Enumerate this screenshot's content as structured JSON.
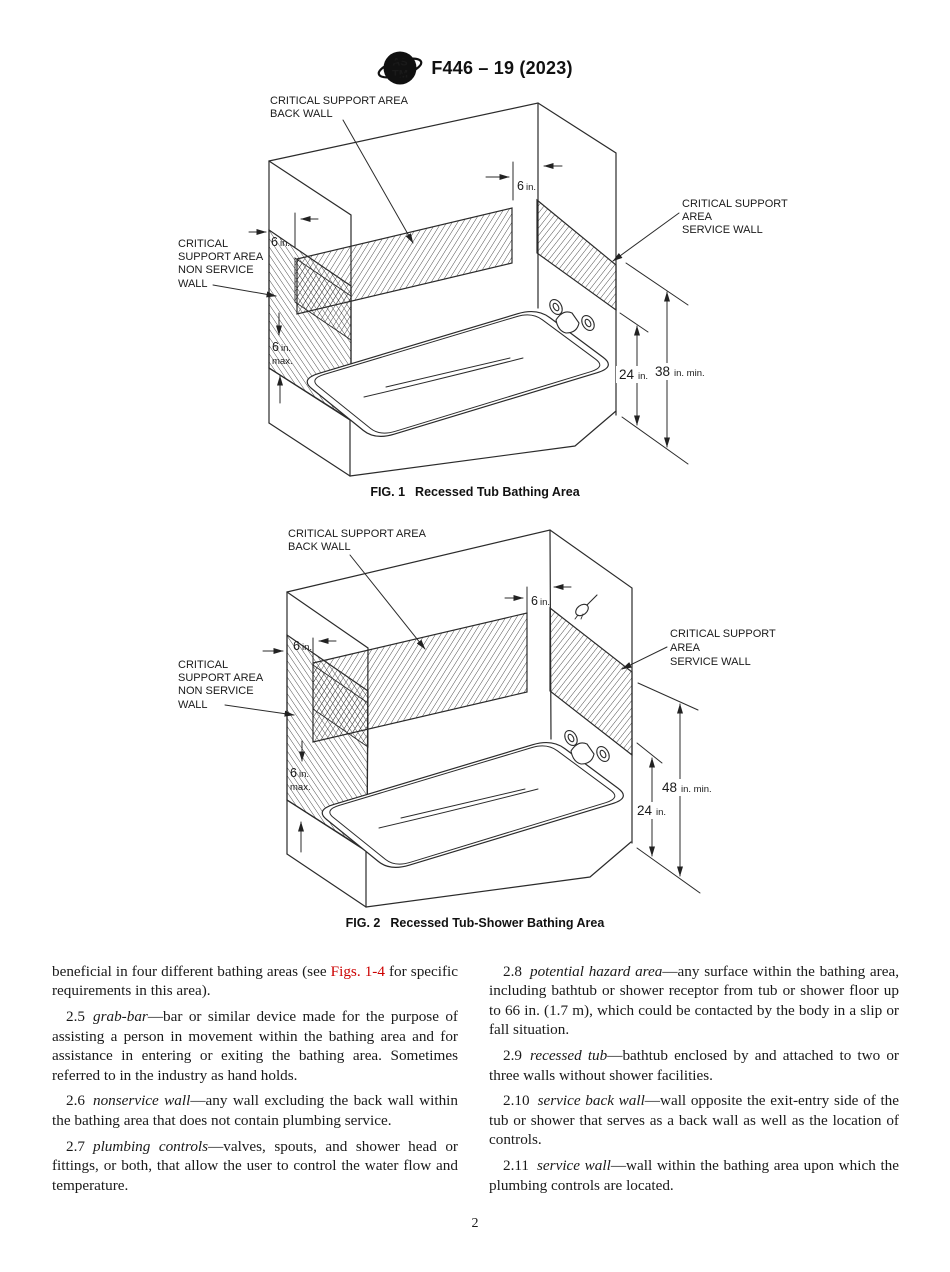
{
  "header": {
    "title": "F446 – 19 (2023)",
    "logo_letters_top": "AS",
    "logo_letters_bottom": "TM"
  },
  "figures": [
    {
      "caption_num": "FIG. 1",
      "caption_text": "Recessed Tub Bathing Area",
      "label_back_l1": "CRITICAL SUPPORT AREA",
      "label_back_l2": "BACK WALL",
      "label_non_l1": "CRITICAL",
      "label_non_l2": "SUPPORT AREA",
      "label_non_l3": "NON SERVICE",
      "label_non_l4": "WALL",
      "label_srv_l1": "CRITICAL SUPPORT",
      "label_srv_l2": "AREA",
      "label_srv_l3": "SERVICE WALL",
      "dim_top": {
        "value": "6",
        "unit": "in."
      },
      "dim_left": {
        "value": "6",
        "unit": "in."
      },
      "dim_bottom": {
        "value": "6",
        "unit": "in.",
        "line2": "max."
      },
      "dim_rim": {
        "value": "24",
        "unit": "in."
      },
      "dim_wall": {
        "value": "38",
        "unit": "in. min."
      }
    },
    {
      "caption_num": "FIG. 2",
      "caption_text": "Recessed Tub-Shower Bathing Area",
      "label_back_l1": "CRITICAL SUPPORT AREA",
      "label_back_l2": "BACK WALL",
      "label_non_l1": "CRITICAL",
      "label_non_l2": "SUPPORT AREA",
      "label_non_l3": "NON SERVICE",
      "label_non_l4": "WALL",
      "label_srv_l1": "CRITICAL SUPPORT",
      "label_srv_l2": "AREA",
      "label_srv_l3": "SERVICE WALL",
      "dim_top": {
        "value": "6",
        "unit": "in."
      },
      "dim_left": {
        "value": "6",
        "unit": "in."
      },
      "dim_bottom": {
        "value": "6",
        "unit": "in.",
        "line2": "max."
      },
      "dim_rim": {
        "value": "24",
        "unit": "in."
      },
      "dim_wall": {
        "value": "48",
        "unit": "in. min."
      }
    }
  ],
  "body": {
    "left": [
      {
        "pre": "beneficial in four different bathing areas (see ",
        "link": "Figs. 1-4",
        "post": " for specific requirements in this area)."
      },
      {
        "num": "2.5",
        "term": "grab-bar",
        "text": "—bar or similar device made for the purpose of assisting a person in movement within the bathing area and for assistance in entering or exiting the bathing area. Sometimes referred to in the industry as hand holds."
      },
      {
        "num": "2.6",
        "term": "nonservice wall",
        "text": "—any wall excluding the back wall within the bathing area that does not contain plumbing service."
      },
      {
        "num": "2.7",
        "term": "plumbing controls",
        "text": "—valves, spouts, and shower head or fittings, or both, that allow the user to control the water flow and temperature."
      }
    ],
    "right": [
      {
        "num": "2.8",
        "term": "potential hazard area",
        "text": "—any surface within the bathing area, including bathtub or shower receptor from tub or shower floor up to 66 in. (1.7 m), which could be contacted by the body in a slip or fall situation."
      },
      {
        "num": "2.9",
        "term": "recessed tub",
        "text": "—bathtub enclosed by and attached to two or three walls without shower facilities."
      },
      {
        "num": "2.10",
        "term": "service back wall",
        "text": "—wall opposite the exit-entry side of the tub or shower that serves as a back wall as well as the location of controls."
      },
      {
        "num": "2.11",
        "term": "service wall",
        "text": "—wall within the bathing area upon which the plumbing controls are located."
      }
    ]
  },
  "footer": {
    "page_number": "2"
  },
  "colors": {
    "link_red": "#cc0000",
    "ink": "#1a1a1a",
    "line": "#2b2b2b"
  }
}
